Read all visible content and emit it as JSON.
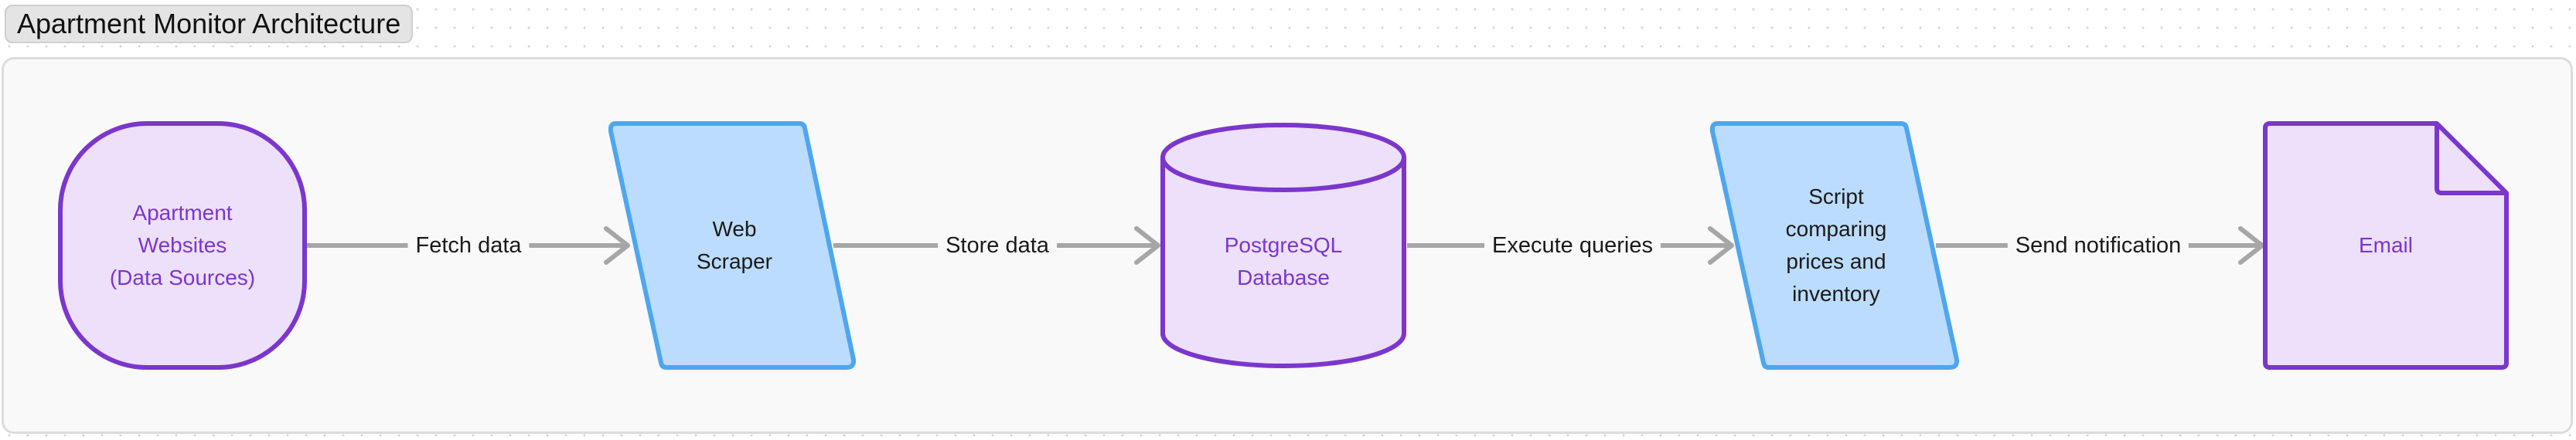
{
  "title": "Apartment Monitor Architecture",
  "colors": {
    "purple_fill": "#ede0fb",
    "purple_stroke": "#7b36cc",
    "blue_fill": "#bcdcfd",
    "blue_stroke": "#4ea6ee",
    "edge": "#a6a6a6"
  },
  "nodes": {
    "sources": {
      "label": "Apartment\nWebsites\n(Data Sources)",
      "shape": "rounded-rect"
    },
    "scraper": {
      "label": "Web\nScraper",
      "shape": "parallelogram"
    },
    "database": {
      "label": "PostgreSQL\nDatabase",
      "shape": "cylinder"
    },
    "script": {
      "label": "Script\ncomparing\nprices and\ninventory",
      "shape": "parallelogram"
    },
    "email": {
      "label": "Email",
      "shape": "document"
    }
  },
  "edges": [
    {
      "from": "sources",
      "to": "scraper",
      "label": "Fetch data"
    },
    {
      "from": "scraper",
      "to": "database",
      "label": "Store data"
    },
    {
      "from": "database",
      "to": "script",
      "label": "Execute queries"
    },
    {
      "from": "script",
      "to": "email",
      "label": "Send notification"
    }
  ]
}
